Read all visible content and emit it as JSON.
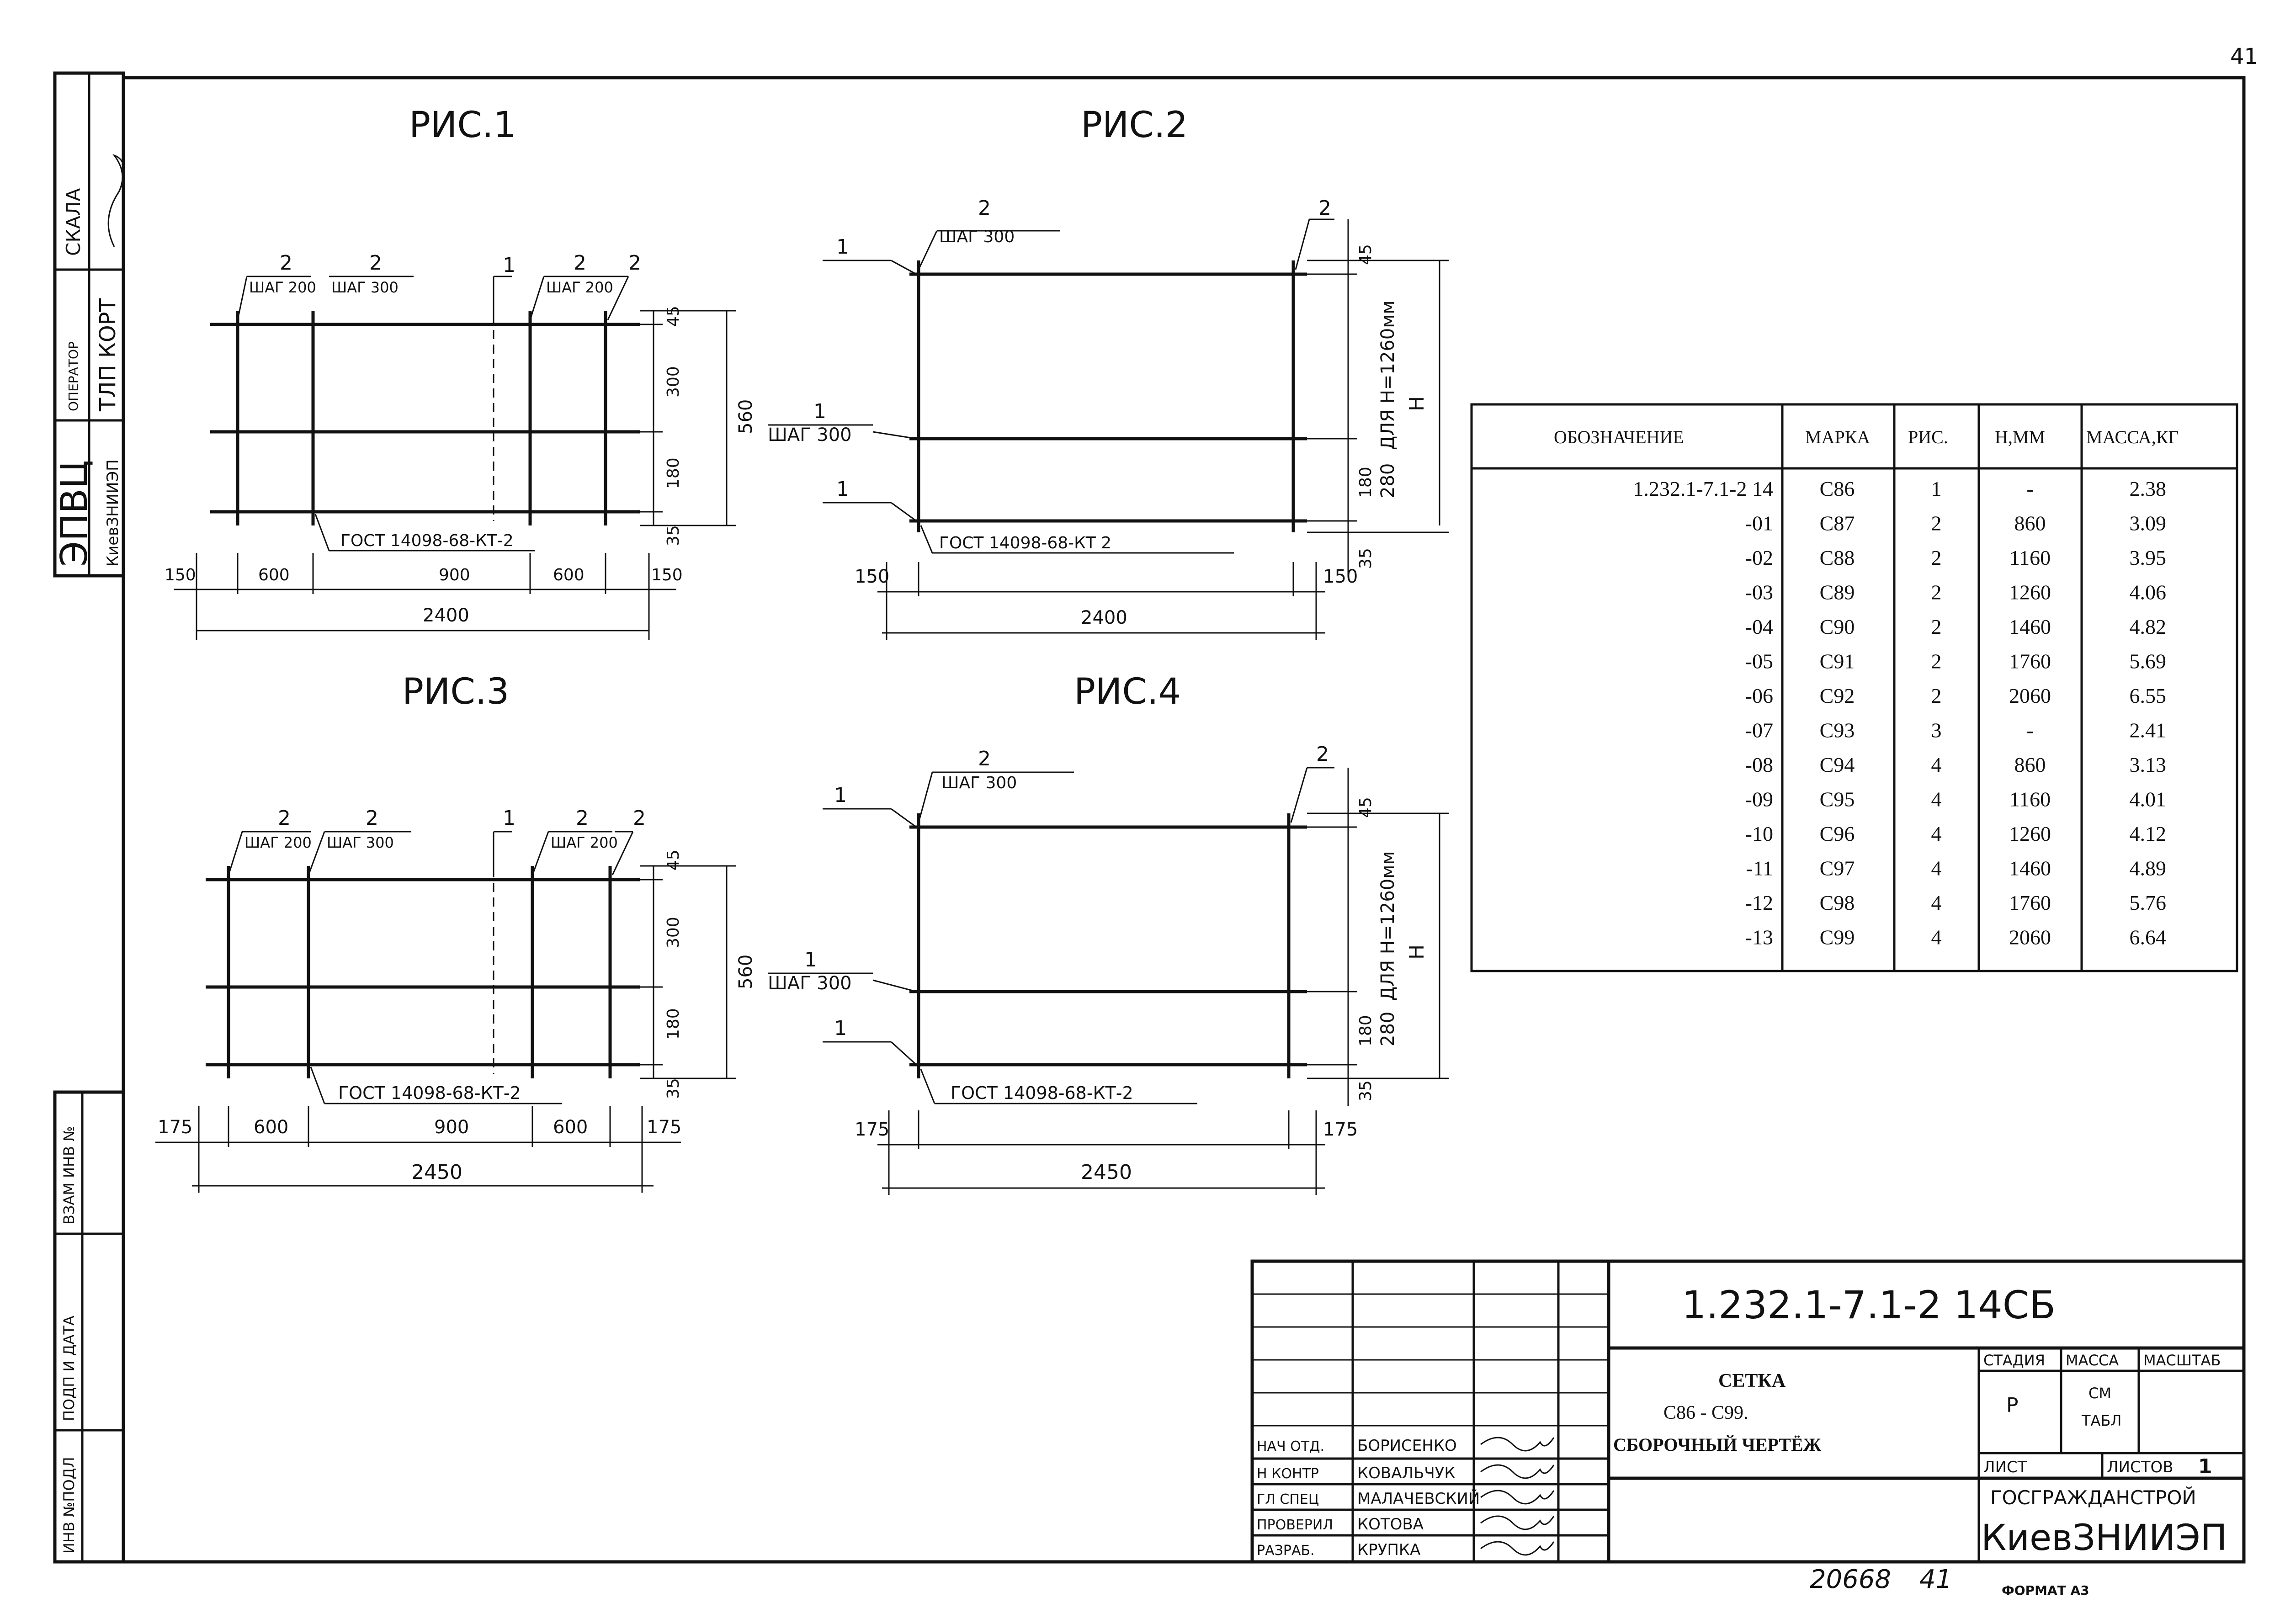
{
  "side_strip": {
    "scale_label": "СКАЛА",
    "operator_label": "ОПЕРАТОР",
    "operator_value": "ТЛП КОРТ",
    "org_main": "ЭПВЦ",
    "org_sub": "КиевЗНИИЭП",
    "vzam_label": "ВЗАМ ИНВ №",
    "podp_label": "ПОДП И ДАТА",
    "inv_label": "ИНВ №ПОДЛ"
  },
  "figures": {
    "fig1": {
      "title": "РИС.1",
      "callouts": {
        "c1_top": "2",
        "c1_bot": "ШАГ 200",
        "c2_top": "2",
        "c2_bot": "ШАГ 300",
        "c3": "1",
        "c4_top": "2",
        "c4_bot": "ШАГ 200",
        "c5": "2"
      },
      "gost": "ГОСТ 14098-68-КТ-2",
      "dims_right": [
        "45",
        "300",
        "180",
        "35"
      ],
      "dim_total_h": "560",
      "dims_bottom": [
        "150",
        "600",
        "900",
        "600",
        "150"
      ],
      "dim_total_w": "2400"
    },
    "fig2": {
      "title": "РИС.2",
      "callout_top_num": "2",
      "callout_top_text": "ШАГ 300",
      "callout_right": "2",
      "label_1a": "1",
      "label_1b_num": "1",
      "label_1b_text": "ШАГ 300",
      "label_1c": "1",
      "gost": "ГОСТ 14098-68-КТ 2",
      "dims_right": [
        "45",
        "180",
        "280",
        "35"
      ],
      "dim_h_note": "ДЛЯ Н=1260мм",
      "dim_h": "Н",
      "dims_bottom": [
        "150",
        "150"
      ],
      "dim_total_w": "2400"
    },
    "fig3": {
      "title": "РИС.3",
      "callouts": {
        "c1_top": "2",
        "c1_bot": "ШАГ 200",
        "c2_top": "2",
        "c2_bot": "ШАГ 300",
        "c3": "1",
        "c4_top": "2",
        "c4_bot": "ШАГ 200",
        "c5": "2"
      },
      "gost": "ГОСТ 14098-68-КТ-2",
      "dims_right": [
        "45",
        "300",
        "180",
        "35"
      ],
      "dim_total_h": "560",
      "dims_bottom": [
        "175",
        "600",
        "900",
        "600",
        "175"
      ],
      "dim_total_w": "2450"
    },
    "fig4": {
      "title": "РИС.4",
      "callout_top_num": "2",
      "callout_top_text": "ШАГ 300",
      "callout_right": "2",
      "label_1a": "1",
      "label_1b_num": "1",
      "label_1b_text": "ШАГ 300",
      "label_1c": "1",
      "gost": "ГОСТ 14098-68-КТ-2",
      "dims_right": [
        "45",
        "180",
        "280",
        "35"
      ],
      "dim_h_note": "ДЛЯ Н=1260мм",
      "dim_h": "Н",
      "dims_bottom": [
        "175",
        "175"
      ],
      "dim_total_w": "2450"
    }
  },
  "spec_table": {
    "headers": [
      "ОБОЗНАЧЕНИЕ",
      "МАРКА",
      "РИС.",
      "Н,ММ",
      "МАССА,КГ"
    ],
    "rows": [
      [
        "1.232.1-7.1-2 14",
        "С86",
        "1",
        "-",
        "2.38"
      ],
      [
        "-01",
        "С87",
        "2",
        "860",
        "3.09"
      ],
      [
        "-02",
        "С88",
        "2",
        "1160",
        "3.95"
      ],
      [
        "-03",
        "С89",
        "2",
        "1260",
        "4.06"
      ],
      [
        "-04",
        "С90",
        "2",
        "1460",
        "4.82"
      ],
      [
        "-05",
        "С91",
        "2",
        "1760",
        "5.69"
      ],
      [
        "-06",
        "С92",
        "2",
        "2060",
        "6.55"
      ],
      [
        "-07",
        "С93",
        "3",
        "-",
        "2.41"
      ],
      [
        "-08",
        "С94",
        "4",
        "860",
        "3.13"
      ],
      [
        "-09",
        "С95",
        "4",
        "1160",
        "4.01"
      ],
      [
        "-10",
        "С96",
        "4",
        "1260",
        "4.12"
      ],
      [
        "-11",
        "С97",
        "4",
        "1460",
        "4.89"
      ],
      [
        "-12",
        "С98",
        "4",
        "1760",
        "5.76"
      ],
      [
        "-13",
        "С99",
        "4",
        "2060",
        "6.64"
      ]
    ]
  },
  "title_block": {
    "doc_code": "1.232.1-7.1-2 14СБ",
    "name_line1": "СЕТКА",
    "name_line2": "С86 - С99.",
    "name_line3": "СБОРОЧНЫЙ ЧЕРТЁЖ",
    "roles": [
      "НАЧ ОТД.",
      "Н КОНТР",
      "ГЛ СПЕЦ",
      "ПРОВЕРИЛ",
      "РАЗРАБ."
    ],
    "names": [
      "БОРИСЕНКО",
      "КОВАЛЬЧУК",
      "МАЛАЧЕВСКИЙ",
      "КОТОВА",
      "КРУПКА"
    ],
    "stage_label": "СТАДИЯ",
    "mass_label": "МАССА",
    "scale_label": "МАСШТАБ",
    "stage_value": "Р",
    "mass_value_1": "СМ",
    "mass_value_2": "ТАБЛ",
    "sheet_label": "ЛИСТ",
    "sheets_label": "ЛИСТОВ",
    "sheets_value": "1",
    "org1": "ГОСГРАЖДАНСТРОЙ",
    "org2": "КиевЗНИИЭП"
  },
  "footer": {
    "inventory": "20668",
    "page_no": "41",
    "format": "ФОРМАТ А3"
  },
  "corner_mark": "41"
}
